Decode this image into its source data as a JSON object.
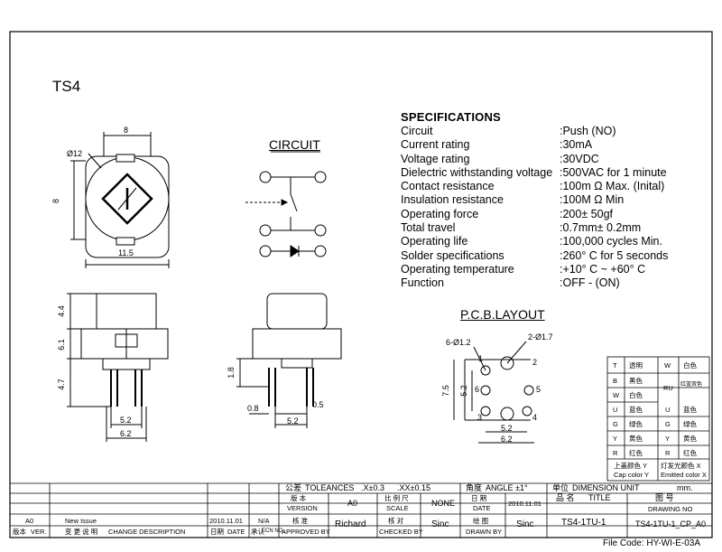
{
  "drawing_title": "TS4",
  "circuit_heading": "CIRCUIT",
  "pcb_heading": "P.C.B.LAYOUT",
  "specifications": {
    "heading": "SPECIFICATIONS",
    "rows": [
      {
        "name": "Circuit",
        "value": ":Push (NO)"
      },
      {
        "name": "Current rating",
        "value": ":30mA"
      },
      {
        "name": "Voltage rating",
        "value": ":30VDC"
      },
      {
        "name": "Dielectric withstanding voltage",
        "value": ":500VAC for 1 minute"
      },
      {
        "name": "Contact resistance",
        "value": ":100m Ω   Max. (Inital)"
      },
      {
        "name": "Insulation resistance",
        "value": ":100M Ω   Min"
      },
      {
        "name": "Operating force",
        "value": ":200± 50gf"
      },
      {
        "name": "Total travel",
        "value": ":0.7mm± 0.2mm"
      },
      {
        "name": "Operating life",
        "value": ":100,000 cycles Min."
      },
      {
        "name": "Solder specifications",
        "value": ":260° C for 5 seconds"
      },
      {
        "name": "Operating temperature",
        "value": ":+10° C ~ +60° C"
      },
      {
        "name": "Function",
        "value": ":OFF - (ON)"
      }
    ]
  },
  "dimensions": {
    "top_width": "8",
    "diameter": "Ø12",
    "side_height": "8",
    "body_width": "11.5",
    "h1": "4.4",
    "h2": "6.1",
    "h3": "4.7",
    "pin_spacing": "5.2",
    "overall": "6.2",
    "pin_len": "1.8",
    "pin_w": "0.8",
    "pin_t": "0.5",
    "side_spacing": "5.2"
  },
  "pcb": {
    "hole_small": "6-Ø1.2",
    "hole_large": "2-Ø1.7",
    "height_outer": "7.5",
    "height_inner": "5.2",
    "width_inner": "5.2",
    "width_outer": "6.2",
    "pins": [
      "1",
      "2",
      "3",
      "4",
      "5",
      "6"
    ]
  },
  "color_table": {
    "rows": [
      [
        "T",
        "透明",
        "W",
        "白色"
      ],
      [
        "B",
        "黑色",
        "RU",
        "红蓝双色"
      ],
      [
        "W",
        "白色",
        "",
        ""
      ],
      [
        "U",
        "蓝色",
        "U",
        "蓝色"
      ],
      [
        "G",
        "绿色",
        "G",
        "绿色"
      ],
      [
        "Y",
        "黄色",
        "Y",
        "黄色"
      ],
      [
        "R",
        "红色",
        "R",
        "红色"
      ]
    ],
    "rows_mid": "RU",
    "rows_mid_label": "红蓝双色",
    "foot_left_cn": "上盖颜色 Y",
    "foot_left_en": "Cap color Y",
    "foot_right_cn": "灯发光颜色 X",
    "foot_right_en": "Emitted color X"
  },
  "title_block": {
    "tolerance_cn": "公差",
    "tolerance_en": "TOLEANCES",
    "tol1": ".X±0.3",
    "tol2": ".XX±0.15",
    "angle_cn": "角度",
    "angle_en": "ANGLE ±1°",
    "unit_cn": "单位",
    "unit_en": "DIMENSION UNIT",
    "unit_val": "mm.",
    "version_cn": "版 本",
    "version_en": "VERSION",
    "version_val": "A0",
    "scale_cn": "比 例 尺",
    "scale_en": "SCALE",
    "scale_val": "NONE",
    "date_cn": "日 期",
    "date_en": "DATE",
    "date_val": "2010.11.01",
    "name_cn": "品 名",
    "name_en": "TITLE",
    "drawing_cn": "图 号",
    "drawing_en": "DRAWING NO",
    "approved_cn": "核 准",
    "approved_en": "APPROVED BY",
    "approved_val": "Richard",
    "checked_cn": "核 对",
    "checked_en": "CHECKED BY",
    "checked_val": "Sinc",
    "drawn_cn": "绘 图",
    "drawn_en": "DRAWN BY",
    "drawn_val": "Sinc",
    "title_val": "TS4-1TU-1",
    "drawing_no_val": "TS4-1TU-1_CP_A0",
    "rev_val": "A0",
    "rev_desc": "New Issue",
    "rev_date": "2010.11.01",
    "rev_na": "N/A",
    "ver_cn": "版本",
    "ver_en": "VER.",
    "change_cn": "变 更 说 明",
    "change_en": "CHANGE DESCRIPTION",
    "rdate_cn": "日期",
    "rdate_en": "DATE",
    "ecn_cn": "承认",
    "ecn_en": "ECN NO."
  },
  "file_code": "File Code: HY-WI-E-03A"
}
